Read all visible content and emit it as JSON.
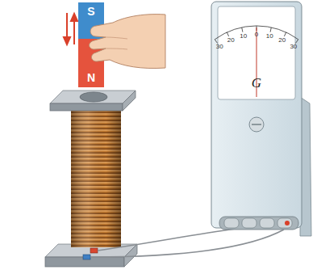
{
  "diagram": {
    "nodes": [
      {
        "text": [
          "S"
        ]
      },
      {
        "text": [
          "N"
        ]
      },
      {
        "text": [
          "G"
        ]
      }
    ],
    "labels": [
      "30",
      "20",
      "10",
      "0",
      "10",
      "20",
      "30"
    ]
  }
}
